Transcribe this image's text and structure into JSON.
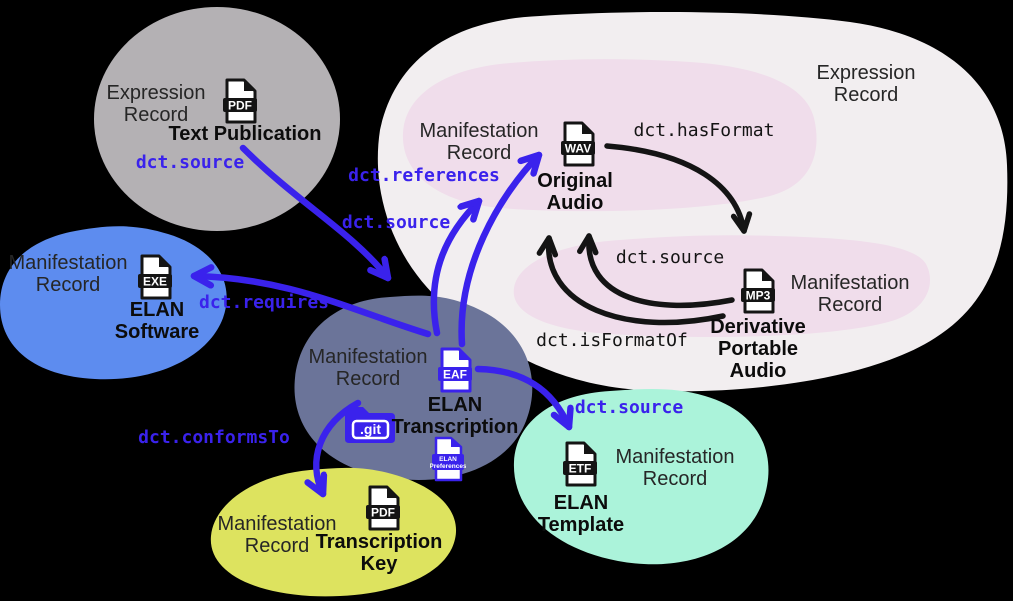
{
  "colors": {
    "background": "#000000",
    "gray_blob": "#b4b1b4",
    "blue_blob": "#5d8cef",
    "slate_blob": "#6b7499",
    "white_blob": "#f2eef0",
    "pink_blob": "#f0ddeb",
    "teal_blob": "#abf3da",
    "yellow_blob": "#dde35f",
    "arrow_blue": "#3a22ec",
    "arrow_black": "#141414",
    "label_blue": "#3a22ec"
  },
  "nodes": {
    "text_publication": {
      "record_type": "Expression Record",
      "title": "Text Publication",
      "file_label": "PDF"
    },
    "elan_software": {
      "record_type": "Manifestation Record",
      "title": "ELAN Software",
      "file_label": "EXE"
    },
    "elan_transcription": {
      "record_type": "Manifestation Record",
      "title": "ELAN Transcription",
      "file_label": "EAF",
      "git_label": ".git",
      "prefs_line1": "ELAN",
      "prefs_line2": "Preferences"
    },
    "audio_expression": {
      "record_type": "Expression Record"
    },
    "original_audio": {
      "record_type": "Manifestation Record",
      "title": "Original Audio",
      "file_label": "WAV"
    },
    "derivative_audio": {
      "record_type": "Manifestation Record",
      "title": "Derivative Portable Audio",
      "file_label": "MP3"
    },
    "elan_template": {
      "record_type": "Manifestation Record",
      "title": "ELAN Template",
      "file_label": "ETF"
    },
    "transcription_key": {
      "record_type": "Manifestation Record",
      "title": "Transcription Key",
      "file_label": "PDF"
    }
  },
  "relations": {
    "source_from_text_publication": "dct.source",
    "requires": "dct.requires",
    "references": "dct.references",
    "source_to_original_audio": "dct.source",
    "conforms_to": "dct.conformsTo",
    "source_to_template": "dct.source",
    "has_format": "dct.hasFormat",
    "source_mp3_to_wav": "dct.source",
    "is_format_of": "dct.isFormatOf"
  }
}
